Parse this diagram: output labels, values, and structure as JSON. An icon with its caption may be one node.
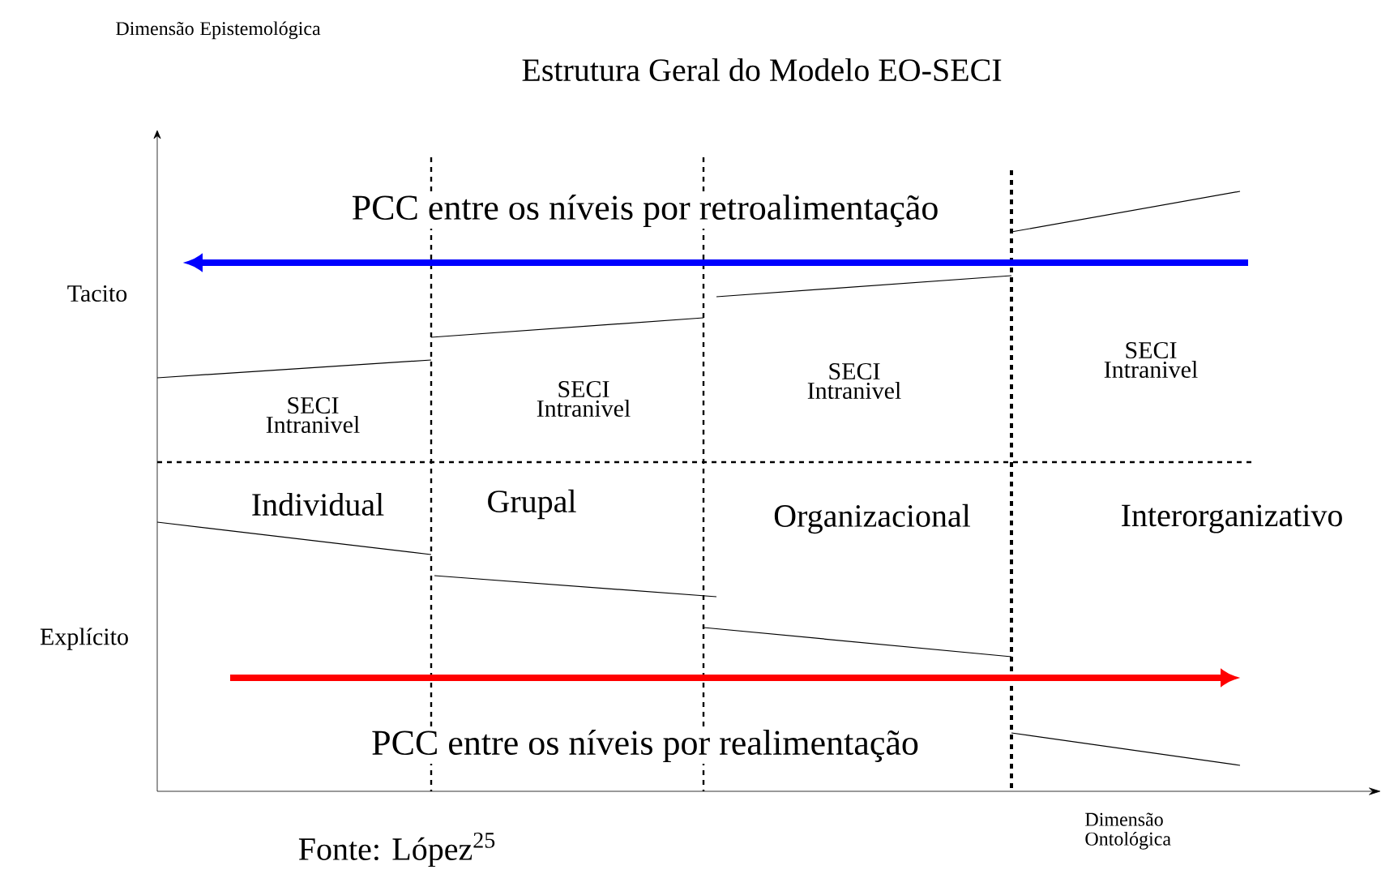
{
  "diagram": {
    "title": "Estrutura Geral do Modelo EO-SECI",
    "caption": "Fonte: López$^{25}$",
    "labels": [
      "Dimensão Epistemológica",
      "Tacito",
      "PCC entre os níveis por retroalimentação",
      "SECI Intranivel",
      "SECI Intranivel",
      "SECI Intranivel",
      "SECI Intranivel",
      "Individual",
      "Grupal",
      "Organizacional",
      "Interorganizativo",
      "Explícito",
      "PCC entre os níveis por realimentação",
      "Dimensão Ontológica"
    ]
  }
}
